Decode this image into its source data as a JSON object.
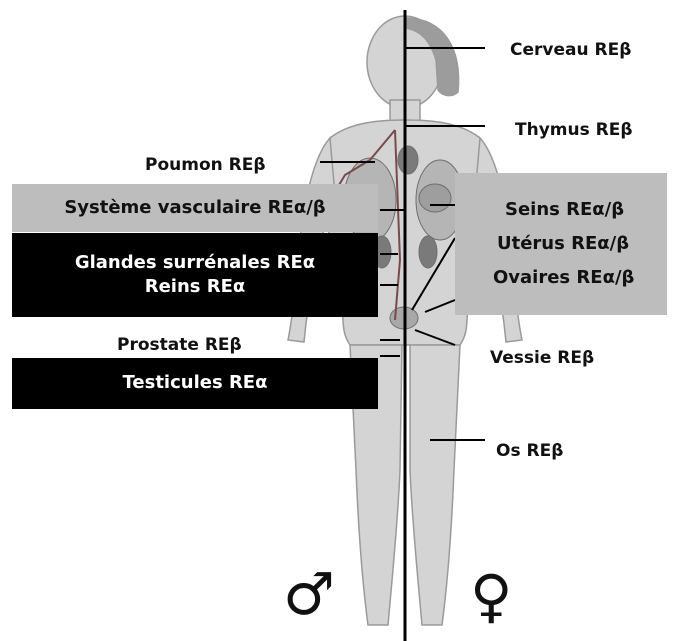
{
  "labels": {
    "brain": "Cerveau REβ",
    "thymus": "Thymus REβ",
    "lung": "Poumon REβ",
    "vascular": "Système vasculaire REα/β",
    "breast": "Seins REα/β",
    "uterus": "Utérus REα/β",
    "ovaries": "Ovaires REα/β",
    "adrenals": "Glandes surrénales REα",
    "kidneys": "Reins REα",
    "prostate": "Prostate REβ",
    "testes": "Testicules REα",
    "bladder": "Vessie REβ",
    "bone": "Os REβ"
  },
  "symbols": {
    "male": "♂",
    "female": "♀"
  },
  "colors": {
    "grey_box": "#bdbdbd",
    "black_box": "#000000",
    "body_tone": "#c9c9c9"
  }
}
